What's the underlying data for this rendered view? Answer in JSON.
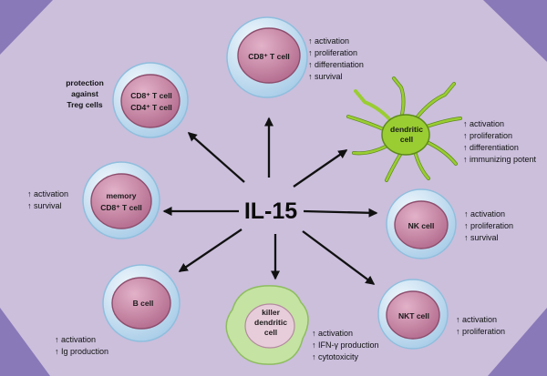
{
  "colors": {
    "background": "#cbbfdc",
    "corner_triangles": "#8a79b8",
    "membrane": "#c2dcef",
    "cell_body": "#c98aa6",
    "dendritic": "#9acd32",
    "killer_dendritic": "#c5e3a2",
    "arrow": "#111111"
  },
  "center_label": "IL-15",
  "side_notes": {
    "treg_note": [
      "protection",
      "against",
      "Treg cells"
    ],
    "memory_effects": [
      "↑ activation",
      "↑ survival"
    ],
    "bcell_effects": [
      "↑ activation",
      "↑ Ig production"
    ]
  },
  "cells": [
    {
      "id": "cd8-top",
      "label": [
        "CD8⁺ T cell"
      ],
      "effects": [
        "↑ activation",
        "↑ proliferation",
        "↑ differentiation",
        "↑ survival"
      ]
    },
    {
      "id": "cd8-cd4",
      "label": [
        "CD8⁺ T cell",
        "CD4⁺ T cell"
      ],
      "effects": []
    },
    {
      "id": "dendritic",
      "label": [
        "dendritic",
        "cell"
      ],
      "effects": [
        "↑ activation",
        "↑ proliferation",
        "↑ differentiation",
        "↑ immunizing potent"
      ]
    },
    {
      "id": "memory",
      "label": [
        "memory",
        "CD8⁺ T cell"
      ],
      "effects": []
    },
    {
      "id": "nk",
      "label": [
        "NK cell"
      ],
      "effects": [
        "↑ activation",
        "↑ proliferation",
        "↑ survival"
      ]
    },
    {
      "id": "bcell",
      "label": [
        "B cell"
      ],
      "effects": []
    },
    {
      "id": "killer",
      "label": [
        "killer",
        "dendritic",
        "cell"
      ],
      "effects": [
        "↑ activation",
        "↑ IFN-γ production",
        "↑ cytotoxicity"
      ]
    },
    {
      "id": "nkt",
      "label": [
        "NKT cell"
      ],
      "effects": [
        "↑ activation",
        "↑ proliferation"
      ]
    }
  ]
}
